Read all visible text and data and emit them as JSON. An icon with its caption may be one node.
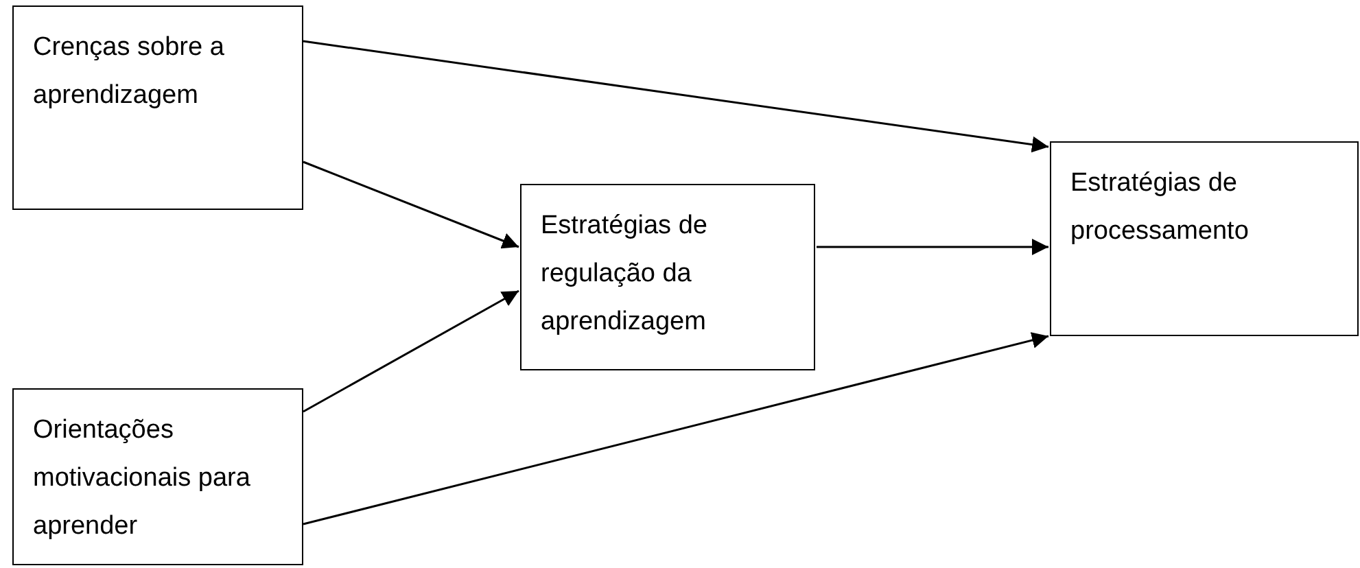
{
  "diagram": {
    "nodes": [
      {
        "text": [
          "Crenças sobre a aprendizagem"
        ]
      },
      {
        "text": [
          "Orientações motivacionais para aprender"
        ]
      },
      {
        "text": [
          "Estratégias de regulação da aprendizagem"
        ]
      },
      {
        "text": [
          "Estratégias de processamento"
        ]
      }
    ],
    "edges": [
      {
        "from": 0,
        "to": 3,
        "arrow": "to"
      },
      {
        "from": 0,
        "to": 2,
        "arrow": "to"
      },
      {
        "from": 1,
        "to": 2,
        "arrow": "to"
      },
      {
        "from": 2,
        "to": 3,
        "arrow": "to"
      },
      {
        "from": 1,
        "to": 3,
        "arrow": "to"
      }
    ]
  }
}
